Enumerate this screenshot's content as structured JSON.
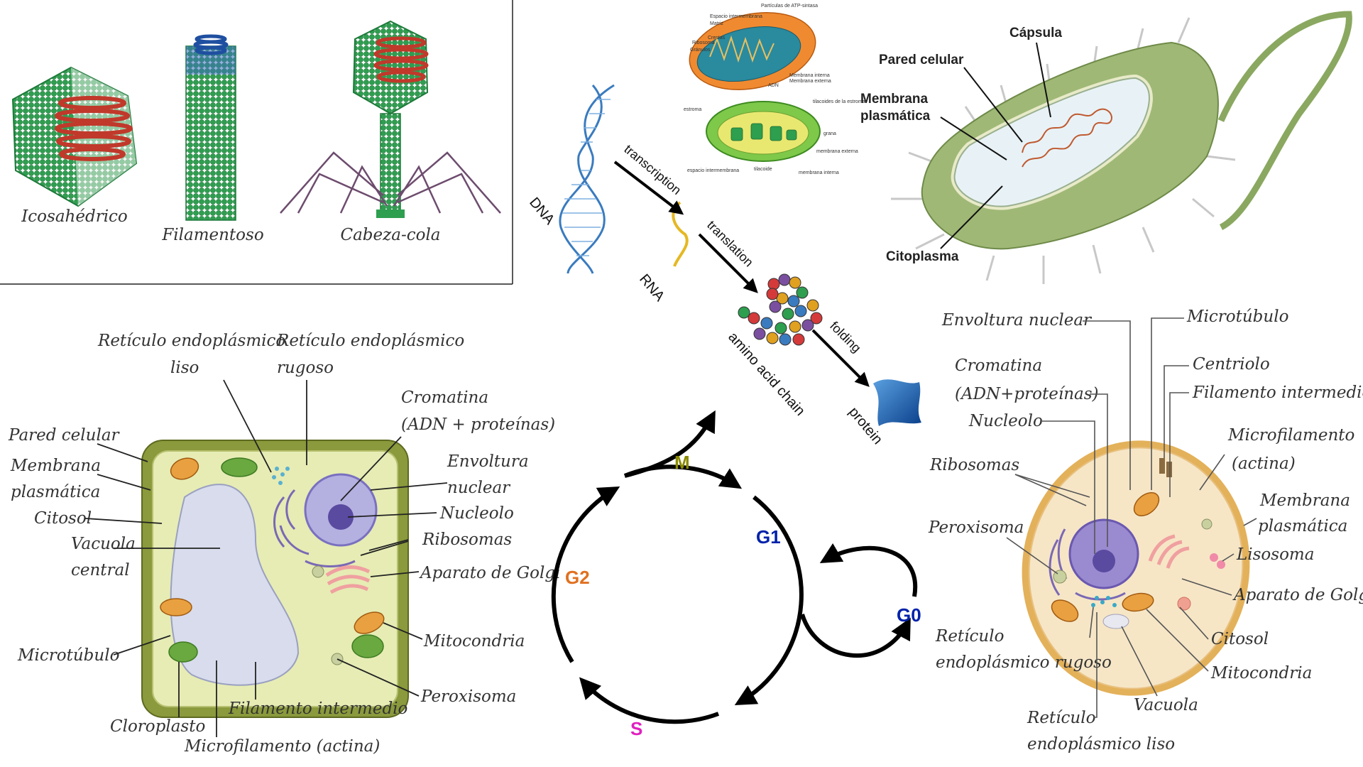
{
  "colors": {
    "virus_green": "#2e9e4f",
    "virus_rna": "#c0392b",
    "tail_fiber": "#6d4c6e",
    "plant_wall": "#8a9a3c",
    "plant_cyto": "#e6ecb4",
    "nucleus": "#7b68b5",
    "animal_membrane": "#e3b15a",
    "animal_cyto": "#f6e6c6",
    "bacteria_body": "#9fb876",
    "cycle_M": "#8a8a00",
    "cycle_G1": "#0022aa",
    "cycle_G2": "#e07020",
    "cycle_S": "#e020c0",
    "cycle_G0": "#0022aa"
  },
  "virus_panel": {
    "shapes": [
      {
        "label": "Icosahédrico"
      },
      {
        "label": "Filamentoso"
      },
      {
        "label": "Cabeza-cola"
      }
    ]
  },
  "central_dogma": {
    "dna": "DNA",
    "rna": "RNA",
    "transcription": "transcription",
    "translation": "translation",
    "amino_acid_chain": "amino acid chain",
    "folding": "folding",
    "protein": "protein"
  },
  "mitochondria": {
    "labels": [
      "Partículas de ATP-sintasa",
      "Espacio intermembrana",
      "Matriz",
      "Crestas",
      "Ribosoma",
      "Gránulos",
      "ADN",
      "Membrana interna",
      "Membrana externa"
    ]
  },
  "chloroplast": {
    "labels": [
      "estroma",
      "tilacoides de la estroma",
      "grana",
      "membrana externa",
      "membrana interna",
      "tilacoide",
      "espacio intermembrana"
    ]
  },
  "bacteria": {
    "labels": {
      "capsule": "Cápsula",
      "cell_wall": "Pared celular",
      "membrane_l1": "Membrana",
      "membrane_l2": "plasmática",
      "cytoplasm": "Citoplasma"
    }
  },
  "plant_cell": {
    "labels": {
      "rel_1": "Retículo endoplásmico",
      "rel_2": "liso",
      "rer_1": "Retículo endoplásmico",
      "rer_2": "rugoso",
      "chromatin_1": "Cromatina",
      "chromatin_2": "(ADN + proteínas)",
      "wall": "Pared celular",
      "membrane_1": "Membrana",
      "membrane_2": "plasmática",
      "cytosol": "Citosol",
      "vacuole_1": "Vacuola",
      "vacuole_2": "central",
      "envelope_1": "Envoltura",
      "envelope_2": "nuclear",
      "nucleolus": "Nucleolo",
      "ribosomes": "Ribosomas",
      "golgi": "Aparato de Golgi",
      "mitochondria": "Mitocondria",
      "microtubule": "Microtúbulo",
      "peroxisome": "Peroxisoma",
      "intermediate": "Filamento intermedio",
      "chloroplast": "Cloroplasto",
      "microfilament": "Microfilamento (actina)"
    }
  },
  "cell_cycle": {
    "M": "M",
    "G1": "G1",
    "G2": "G2",
    "S": "S",
    "G0": "G0"
  },
  "animal_cell": {
    "labels": {
      "envelope": "Envoltura nuclear",
      "microtubule": "Microtúbulo",
      "chromatin_1": "Cromatina",
      "chromatin_2": "(ADN+proteínas)",
      "centriole": "Centriolo",
      "intermediate": "Filamento intermedio",
      "nucleolus": "Nucleolo",
      "microfilament_1": "Microfilamento",
      "microfilament_2": "(actina)",
      "ribosomes": "Ribosomas",
      "membrane_1": "Membrana",
      "membrane_2": "plasmática",
      "peroxisome": "Peroxisoma",
      "lysosome": "Lisosoma",
      "golgi": "Aparato de Golgi",
      "rer_1": "Retículo",
      "rer_2": "endoplásmico rugoso",
      "cytosol": "Citosol",
      "mitochondria": "Mitocondria",
      "vacuole": "Vacuola",
      "rel_1": "Retículo",
      "rel_2": "endoplásmico liso"
    }
  }
}
